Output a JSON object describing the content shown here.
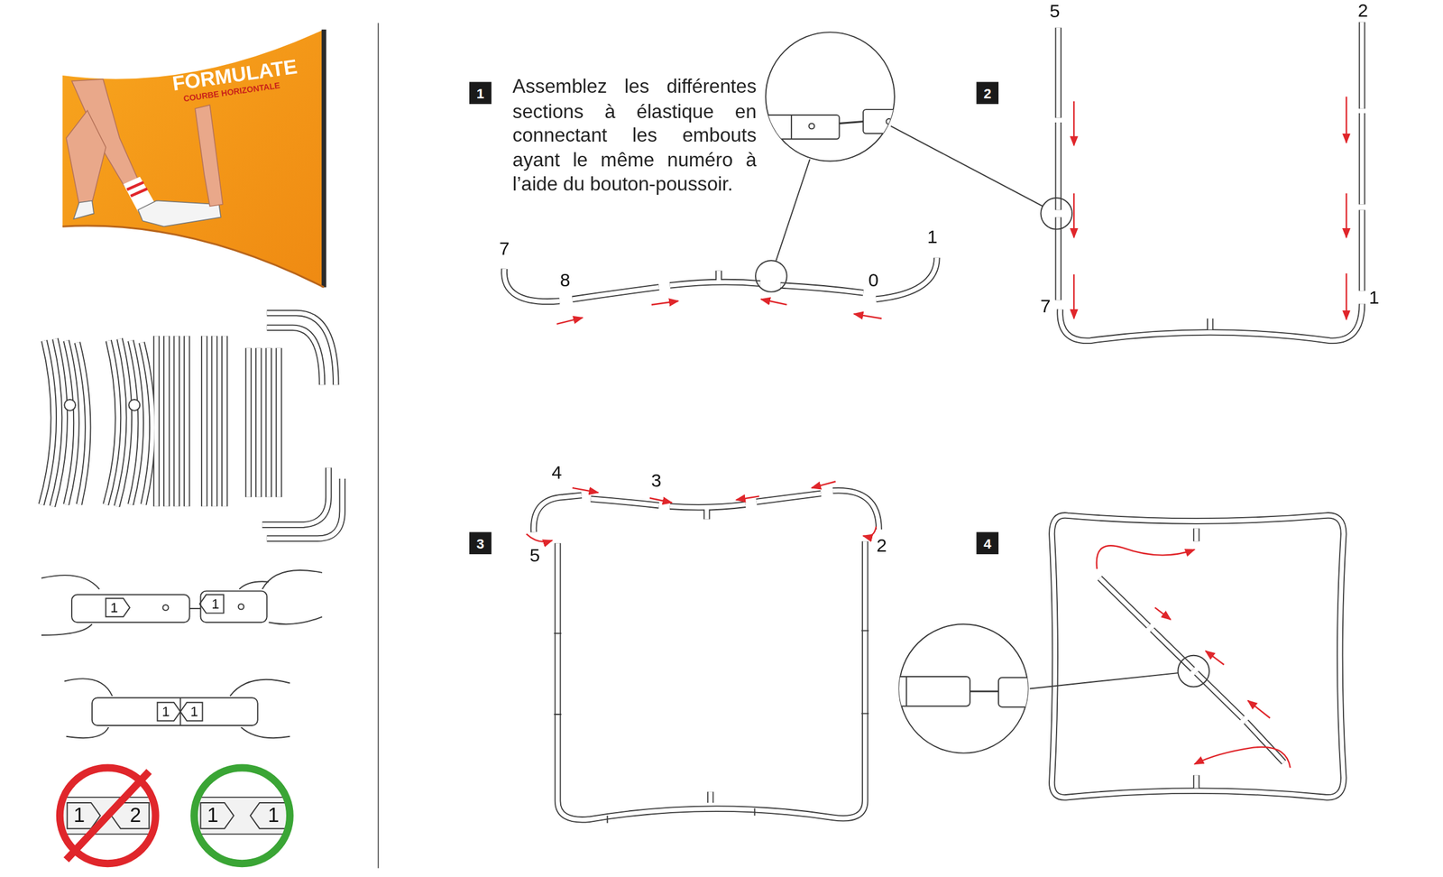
{
  "diagram": {
    "nodes": [
      {
        "text": [
          "1"
        ]
      },
      {
        "text": [
          "2"
        ]
      },
      {
        "text": [
          "3"
        ]
      },
      {
        "text": [
          "4"
        ]
      }
    ],
    "labels": [
      "FORMULATE",
      "COURBE HORIZONTALE",
      "Assemblez les différentes sections à élastique en connectant les embouts ayant le même numéro à l’aide du bouton-poussoir.",
      "7",
      "8",
      "0",
      "1",
      "5",
      "2",
      "7",
      "1",
      "4",
      "3",
      "5",
      "2",
      "1",
      "1",
      "1",
      "1",
      "1",
      "2",
      "1",
      "1"
    ]
  }
}
